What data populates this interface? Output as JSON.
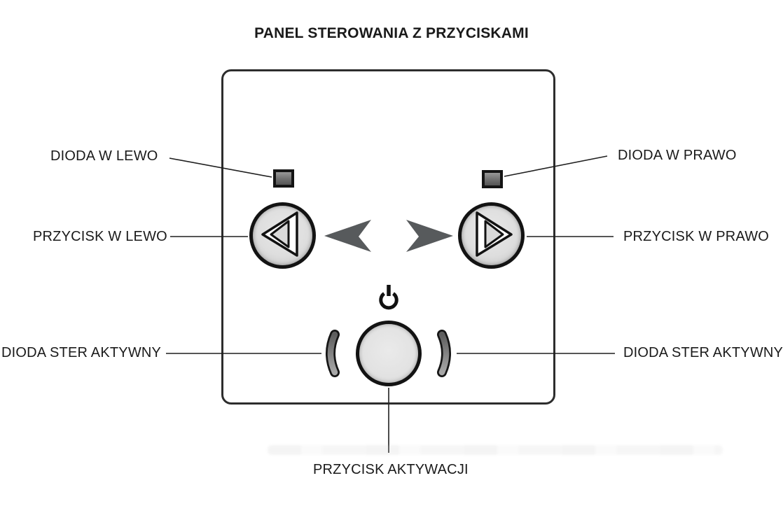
{
  "diagram": {
    "title": "PANEL STEROWANIA Z PRZYCISKAMI",
    "callouts": {
      "dioda_w_lewo": "DIODA W LEWO",
      "dioda_w_prawo": "DIODA W PRAWO",
      "przycisk_w_lewo": "PRZYCISK W LEWO",
      "przycisk_w_prawo": "PRZYCISK W PRAWO",
      "dioda_ster_aktywny_left": "DIODA STER AKTYWNY",
      "dioda_ster_aktywny_right": "DIODA STER AKTYWNY",
      "przycisk_aktywacji": "PRZYCISK AKTYWACJI"
    },
    "icons": {
      "power": "power-standby-icon",
      "arrow_left": "arrow-left-glyph",
      "arrow_right": "arrow-right-glyph",
      "triangle_left": "triangle-left-glyph",
      "triangle_right": "triangle-right-glyph"
    },
    "colors": {
      "background": "#ffffff",
      "text": "#1a1a1a",
      "panel_border": "#2d2d2d",
      "callout_line": "#1f1f1f",
      "arrow_fill": "#575a5c",
      "button_fill": "#dedede",
      "button_border": "#131313",
      "led_gradient_top": "#979797",
      "led_gradient_bottom": "#545454",
      "bean_gradient_top": "#5e5e5e",
      "bean_gradient_bottom": "#a8a8a8"
    }
  }
}
